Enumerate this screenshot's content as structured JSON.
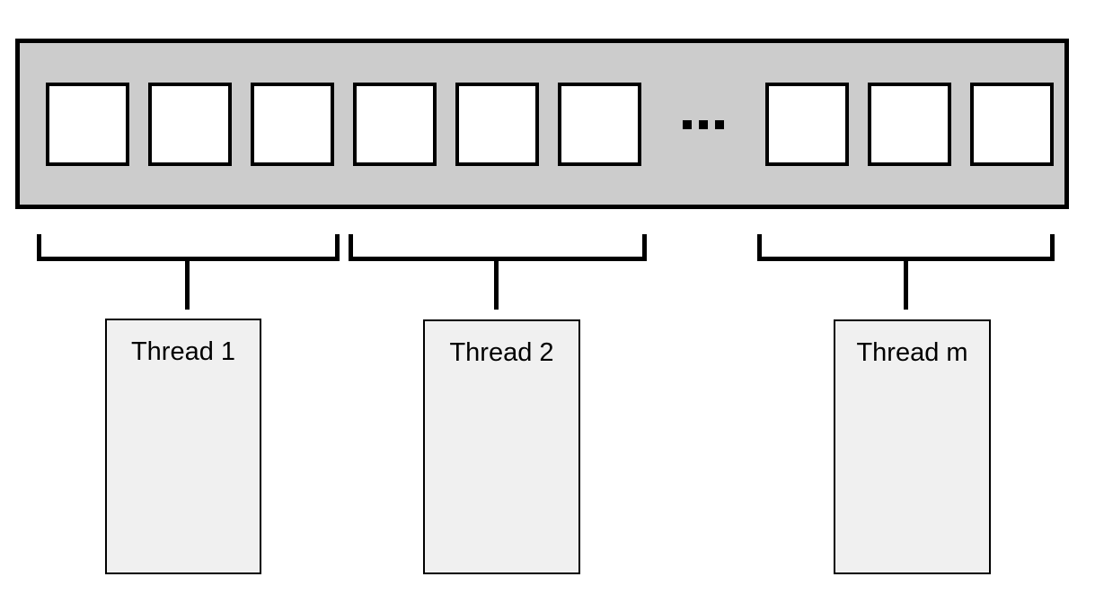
{
  "memory": {
    "ellipsis": "...",
    "cells_shown": 9,
    "fill": "#cccccc",
    "cell_fill": "#ffffff",
    "border_color": "#000000"
  },
  "threads": [
    {
      "label": "Thread 1"
    },
    {
      "label": "Thread 2"
    },
    {
      "label": "Thread m"
    }
  ],
  "colors": {
    "background": "#ffffff",
    "thread_fill": "#f0f0f0",
    "line": "#000000"
  }
}
